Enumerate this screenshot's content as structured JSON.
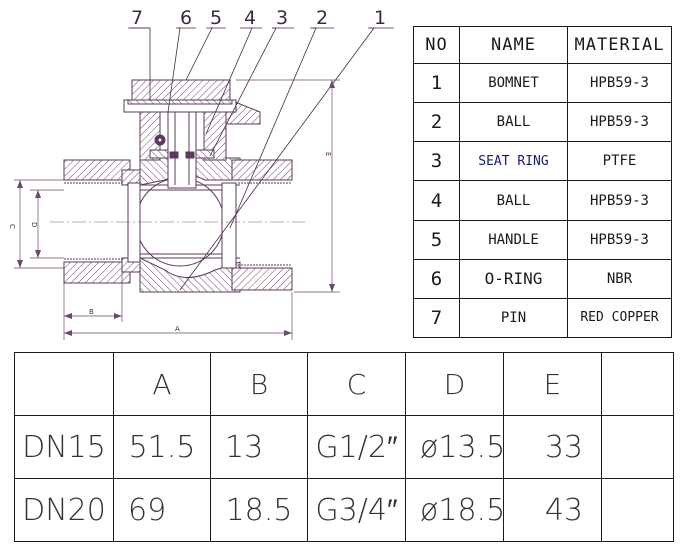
{
  "drawing": {
    "callouts": [
      "7",
      "6",
      "5",
      "4",
      "3",
      "2",
      "1"
    ],
    "dim_labels": {
      "a": "A",
      "b": "B",
      "c": "C",
      "d": "D",
      "e": "E"
    }
  },
  "parts_table": {
    "headers": [
      "NO",
      "NAME",
      "MATERIAL"
    ],
    "rows": [
      {
        "no": "1",
        "name": "BOMNET",
        "material": "HPB59-3"
      },
      {
        "no": "2",
        "name": "BALL",
        "material": "HPB59-3"
      },
      {
        "no": "3",
        "name": "SEAT RING",
        "material": "PTFE"
      },
      {
        "no": "4",
        "name": "BALL",
        "material": "HPB59-3"
      },
      {
        "no": "5",
        "name": "HANDLE",
        "material": "HPB59-3"
      },
      {
        "no": "6",
        "name": "O-RING",
        "material": "NBR"
      },
      {
        "no": "7",
        "name": "PIN",
        "material": "RED COPPER"
      }
    ]
  },
  "dimension_table": {
    "headers": [
      "",
      "A",
      "B",
      "C",
      "D",
      "E",
      ""
    ],
    "rows": [
      {
        "size": "DN15",
        "a": "51.5",
        "b": "13",
        "c": "G1/2″",
        "d": "ø13.5",
        "e": "33",
        "extra": ""
      },
      {
        "size": "DN20",
        "a": "69",
        "b": "18.5",
        "c": "G3/4″",
        "d": "ø18.5",
        "e": "43",
        "extra": ""
      }
    ]
  }
}
